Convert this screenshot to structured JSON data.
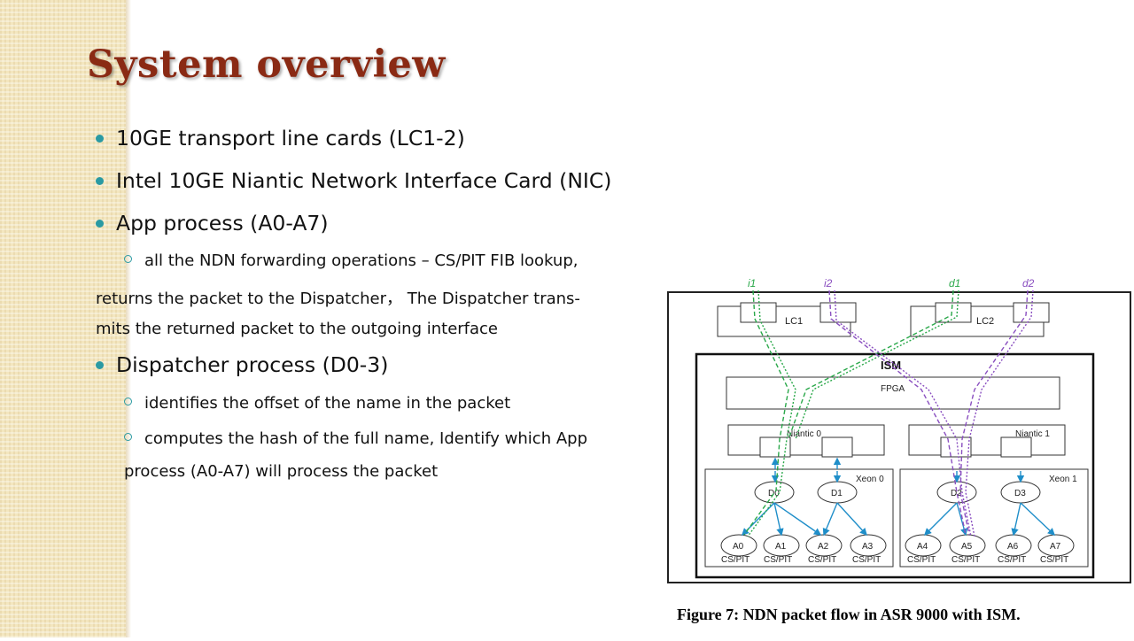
{
  "slide": {
    "title": "System overview",
    "bullets": [
      "10GE transport line cards (LC1-2)",
      "Intel 10GE Niantic Network Interface Card (NIC)",
      "App process (A0-A7)",
      "Dispatcher process (D0-3)"
    ],
    "app_sub": "all the NDN forwarding operations – CS/PIT FIB lookup,",
    "app_cont1": "returns the packet to the Dispatcher， The Dispatcher trans-",
    "app_cont2": "mits the returned packet to the outgoing interface",
    "dispatcher_sub1": "identifies the offset of the name in the packet",
    "dispatcher_sub2": "computes the hash of the full name, Identify which App",
    "dispatcher_cont": "process (A0-A7) will process the packet"
  },
  "figure": {
    "flow_labels": [
      "i1",
      "i2",
      "d1",
      "d2"
    ],
    "lc1": "LC1",
    "lc2": "LC2",
    "ism": "ISM",
    "fpga": "FPGA",
    "niantic0": "Niantic 0",
    "niantic1": "Niantic 1",
    "xeon0": "Xeon 0",
    "xeon1": "Xeon 1",
    "dispatchers": [
      "D0",
      "D1",
      "D2",
      "D3"
    ],
    "apps": [
      "A0",
      "A1",
      "A2",
      "A3",
      "A4",
      "A5",
      "A6",
      "A7"
    ],
    "cs_pit": "CS/PIT",
    "caption": "Figure 7: NDN packet flow in ASR 9000 with ISM.",
    "colors": {
      "green": "#2aa84a",
      "purple": "#8a4fc0",
      "blue": "#1f8ec9"
    }
  }
}
